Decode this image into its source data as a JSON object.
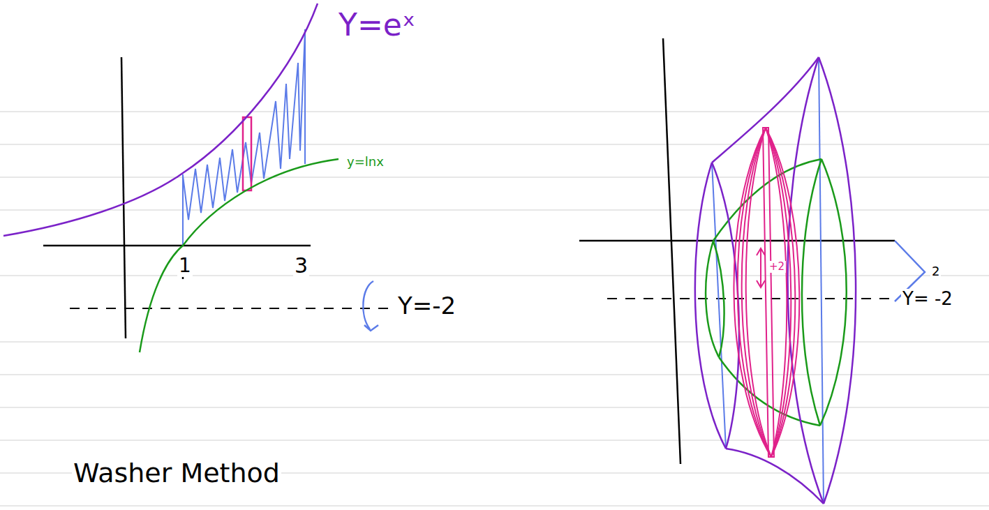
{
  "diagram": {
    "labels": [
      "Y=eˣ",
      "y=lnx",
      "1",
      "3",
      "Y=-2",
      "Washer Method",
      "+2",
      "2",
      "Y= -2"
    ]
  }
}
